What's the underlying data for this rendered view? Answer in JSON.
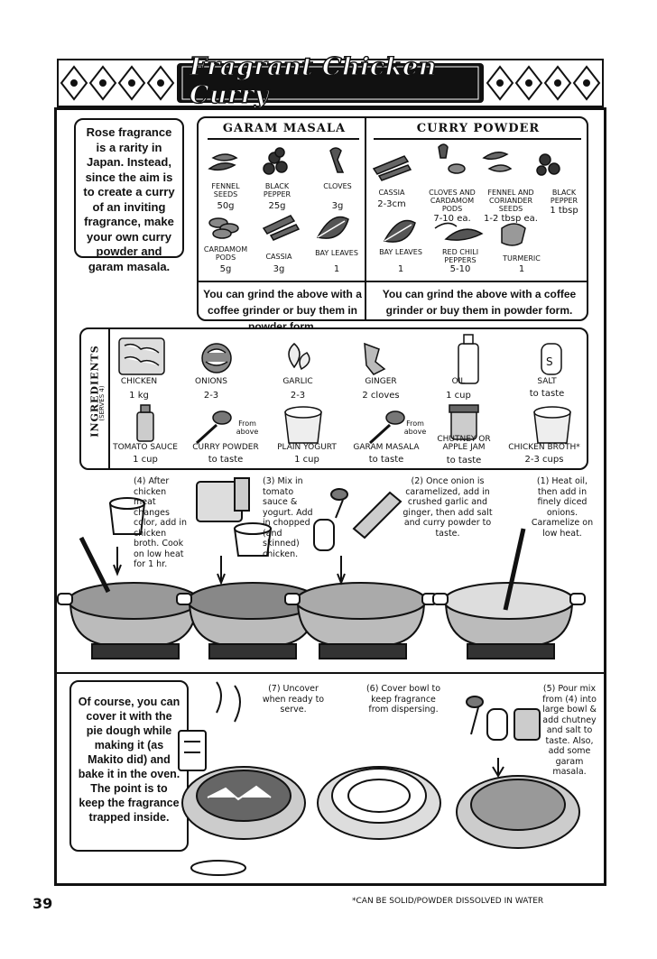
{
  "title": "Fragrant Chicken Curry",
  "intro": "Rose fragrance is a rarity in Japan. Instead, since the aim is to create a curry of an inviting fragrance, make your own curry powder and garam masala.",
  "garam_masala": {
    "heading": "GARAM MASALA",
    "items": [
      {
        "label": "FENNEL SEEDS",
        "amount": "50g"
      },
      {
        "label": "BLACK PEPPER",
        "amount": "25g"
      },
      {
        "label": "CLOVES",
        "amount": "3g"
      },
      {
        "label": "CARDAMOM PODS",
        "amount": "5g"
      },
      {
        "label": "CASSIA",
        "amount": "3g"
      },
      {
        "label": "BAY LEAVES",
        "amount": "1"
      }
    ],
    "note": "You can grind the above with a coffee grinder or buy them in powder form."
  },
  "curry_powder": {
    "heading": "CURRY POWDER",
    "items": [
      {
        "label": "CASSIA",
        "amount": "2-3cm"
      },
      {
        "label": "CLOVES AND CARDAMOM PODS",
        "amount": "7-10 ea."
      },
      {
        "label": "FENNEL AND CORIANDER SEEDS",
        "amount": "1-2 tbsp ea."
      },
      {
        "label": "BLACK PEPPER",
        "amount": "1 tbsp"
      },
      {
        "label": "BAY LEAVES",
        "amount": "1"
      },
      {
        "label": "RED CHILI PEPPERS",
        "amount": "5-10"
      },
      {
        "label": "TURMERIC",
        "amount": "1"
      }
    ],
    "note": "You can grind the above with a coffee grinder or buy them in powder form."
  },
  "ingredients": {
    "heading": "INGREDIENTS",
    "serves": "(SERVES 4)",
    "from_above": "From above",
    "items": [
      {
        "label": "CHICKEN",
        "amount": "1 kg"
      },
      {
        "label": "ONIONS",
        "amount": "2-3"
      },
      {
        "label": "GARLIC",
        "amount": "2-3"
      },
      {
        "label": "GINGER",
        "amount": "2 cloves"
      },
      {
        "label": "OIL",
        "amount": "1 cup"
      },
      {
        "label": "SALT",
        "amount": "to taste"
      },
      {
        "label": "TOMATO SAUCE",
        "amount": "1 cup"
      },
      {
        "label": "CURRY POWDER",
        "amount": "to taste"
      },
      {
        "label": "PLAIN YOGURT",
        "amount": "1 cup"
      },
      {
        "label": "GARAM MASALA",
        "amount": "to taste"
      },
      {
        "label": "CHUTNEY OR APPLE JAM",
        "amount": "to taste"
      },
      {
        "label": "CHICKEN BROTH*",
        "amount": "2-3 cups"
      }
    ]
  },
  "steps": {
    "s1": "(1) Heat oil, then add in finely diced onions. Caramelize on low heat.",
    "s2": "(2) Once onion is caramelized, add in crushed garlic and ginger, then add salt and curry powder to taste.",
    "s3": "(3) Mix in tomato sauce & yogurt. Add in chopped (and skinned) chicken.",
    "s4": "(4) After chicken meat changes color, add in chicken broth. Cook on low heat for 1 hr.",
    "s5": "(5) Pour mix from (4) into large bowl & add chutney and salt to taste. Also, add some garam masala.",
    "s6": "(6) Cover bowl to keep fragrance from dispersing.",
    "s7": "(7) Uncover when ready to serve."
  },
  "closing": "Of course, you can cover it with the pie dough while making it (as Makito did) and bake it in the oven. The point is to keep the fragrance trapped inside.",
  "page_number": "39",
  "footnote": "*CAN BE SOLID/POWDER DISSOLVED IN WATER"
}
